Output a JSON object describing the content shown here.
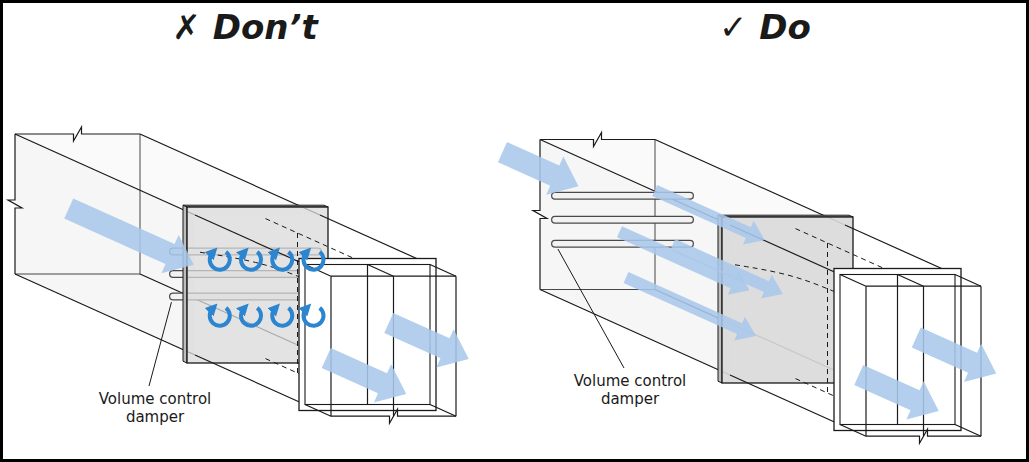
{
  "diagram": {
    "labels": [
      "✗ Don’t",
      "✓ Do",
      "Volume control damper",
      "Volume control damper"
    ]
  }
}
